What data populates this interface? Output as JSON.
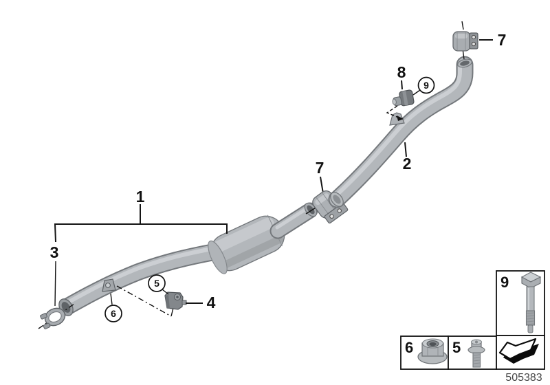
{
  "document": {
    "code": "505383"
  },
  "callouts": {
    "n1": "1",
    "n2": "2",
    "n3": "3",
    "n4": "4",
    "n5": "5",
    "n6": "6",
    "n7": "7",
    "n8": "8",
    "n9": "9"
  },
  "legend": {
    "nut_label": "6",
    "bolt_label": "5",
    "long_bolt_label": "9",
    "direction_arrow_icon": "direction-arrow"
  },
  "colors": {
    "background": "#ffffff",
    "line": "#141414",
    "pipe_fill": "#b3b7bb",
    "pipe_edge": "#74787c",
    "pipe_highlight": "#d0d4d7",
    "rubber": "#75797d",
    "metal": "#adb1b5",
    "footer_text": "#464646"
  }
}
